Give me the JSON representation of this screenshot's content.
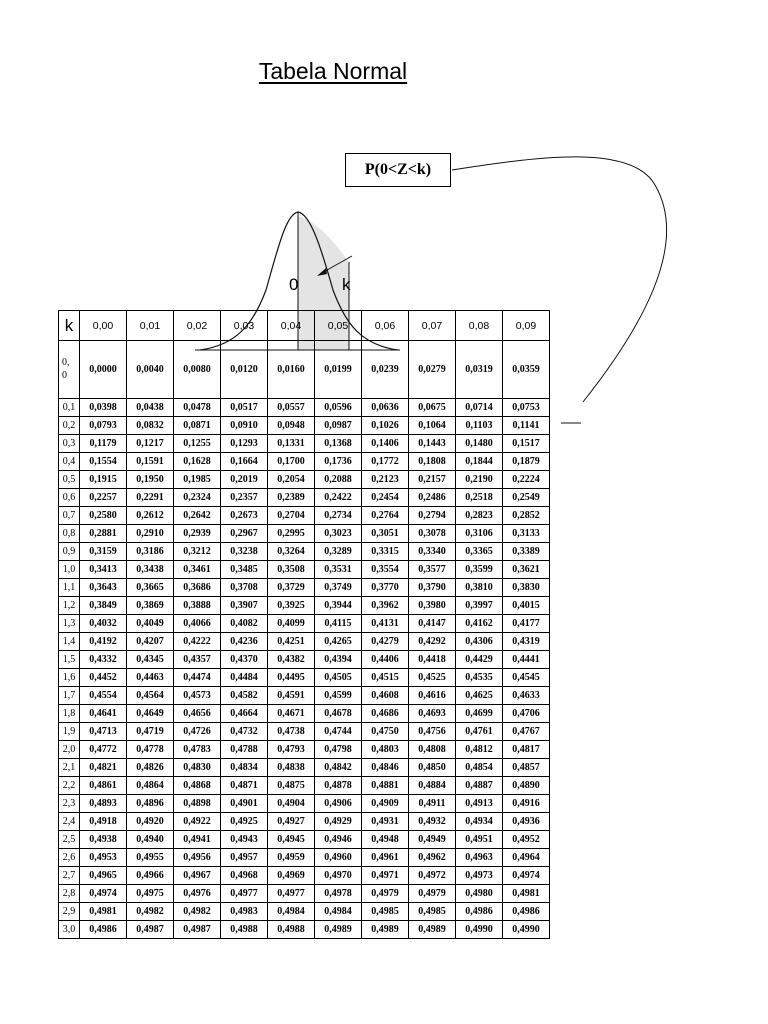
{
  "title": "Tabela Normal",
  "formula_label": "P(0<Z<k)",
  "curve_labels": {
    "zero": "0",
    "k": "k"
  },
  "table": {
    "corner": "k",
    "columns": [
      "0,00",
      "0,01",
      "0,02",
      "0,03",
      "0,04",
      "0,05",
      "0,06",
      "0,07",
      "0,08",
      "0,09"
    ],
    "rows": [
      {
        "k": "0,0",
        "values": [
          "0,0000",
          "0,0040",
          "0,0080",
          "0,0120",
          "0,0160",
          "0,0199",
          "0,0239",
          "0,0279",
          "0,0319",
          "0,0359"
        ]
      },
      {
        "k": "0,1",
        "values": [
          "0,0398",
          "0,0438",
          "0,0478",
          "0,0517",
          "0,0557",
          "0,0596",
          "0,0636",
          "0,0675",
          "0,0714",
          "0,0753"
        ]
      },
      {
        "k": "0,2",
        "values": [
          "0,0793",
          "0,0832",
          "0,0871",
          "0,0910",
          "0,0948",
          "0,0987",
          "0,1026",
          "0,1064",
          "0,1103",
          "0,1141"
        ]
      },
      {
        "k": "0,3",
        "values": [
          "0,1179",
          "0,1217",
          "0,1255",
          "0,1293",
          "0,1331",
          "0,1368",
          "0,1406",
          "0,1443",
          "0,1480",
          "0,1517"
        ]
      },
      {
        "k": "0,4",
        "values": [
          "0,1554",
          "0,1591",
          "0,1628",
          "0,1664",
          "0,1700",
          "0,1736",
          "0,1772",
          "0,1808",
          "0,1844",
          "0,1879"
        ]
      },
      {
        "k": "0,5",
        "values": [
          "0,1915",
          "0,1950",
          "0,1985",
          "0,2019",
          "0,2054",
          "0,2088",
          "0,2123",
          "0,2157",
          "0,2190",
          "0,2224"
        ]
      },
      {
        "k": "0,6",
        "values": [
          "0,2257",
          "0,2291",
          "0,2324",
          "0,2357",
          "0,2389",
          "0,2422",
          "0,2454",
          "0,2486",
          "0,2518",
          "0,2549"
        ]
      },
      {
        "k": "0,7",
        "values": [
          "0,2580",
          "0,2612",
          "0,2642",
          "0,2673",
          "0,2704",
          "0,2734",
          "0,2764",
          "0,2794",
          "0,2823",
          "0,2852"
        ]
      },
      {
        "k": "0,8",
        "values": [
          "0,2881",
          "0,2910",
          "0,2939",
          "0,2967",
          "0,2995",
          "0,3023",
          "0,3051",
          "0,3078",
          "0,3106",
          "0,3133"
        ]
      },
      {
        "k": "0,9",
        "values": [
          "0,3159",
          "0,3186",
          "0,3212",
          "0,3238",
          "0,3264",
          "0,3289",
          "0,3315",
          "0,3340",
          "0,3365",
          "0,3389"
        ]
      },
      {
        "k": "1,0",
        "values": [
          "0,3413",
          "0,3438",
          "0,3461",
          "0,3485",
          "0,3508",
          "0,3531",
          "0,3554",
          "0,3577",
          "0,3599",
          "0,3621"
        ]
      },
      {
        "k": "1,1",
        "values": [
          "0,3643",
          "0,3665",
          "0,3686",
          "0,3708",
          "0,3729",
          "0,3749",
          "0,3770",
          "0,3790",
          "0,3810",
          "0,3830"
        ]
      },
      {
        "k": "1,2",
        "values": [
          "0,3849",
          "0,3869",
          "0,3888",
          "0,3907",
          "0,3925",
          "0,3944",
          "0,3962",
          "0,3980",
          "0,3997",
          "0,4015"
        ]
      },
      {
        "k": "1,3",
        "values": [
          "0,4032",
          "0,4049",
          "0,4066",
          "0,4082",
          "0,4099",
          "0,4115",
          "0,4131",
          "0,4147",
          "0,4162",
          "0,4177"
        ]
      },
      {
        "k": "1,4",
        "values": [
          "0,4192",
          "0,4207",
          "0,4222",
          "0,4236",
          "0,4251",
          "0,4265",
          "0,4279",
          "0,4292",
          "0,4306",
          "0,4319"
        ]
      },
      {
        "k": "1,5",
        "values": [
          "0,4332",
          "0,4345",
          "0,4357",
          "0,4370",
          "0,4382",
          "0,4394",
          "0,4406",
          "0,4418",
          "0,4429",
          "0,4441"
        ]
      },
      {
        "k": "1,6",
        "values": [
          "0,4452",
          "0,4463",
          "0,4474",
          "0,4484",
          "0,4495",
          "0,4505",
          "0,4515",
          "0,4525",
          "0,4535",
          "0,4545"
        ]
      },
      {
        "k": "1,7",
        "values": [
          "0,4554",
          "0,4564",
          "0,4573",
          "0,4582",
          "0,4591",
          "0,4599",
          "0,4608",
          "0,4616",
          "0,4625",
          "0,4633"
        ]
      },
      {
        "k": "1,8",
        "values": [
          "0,4641",
          "0,4649",
          "0,4656",
          "0,4664",
          "0,4671",
          "0,4678",
          "0,4686",
          "0,4693",
          "0,4699",
          "0,4706"
        ]
      },
      {
        "k": "1,9",
        "values": [
          "0,4713",
          "0,4719",
          "0,4726",
          "0,4732",
          "0,4738",
          "0,4744",
          "0,4750",
          "0,4756",
          "0,4761",
          "0,4767"
        ]
      },
      {
        "k": "2,0",
        "values": [
          "0,4772",
          "0,4778",
          "0,4783",
          "0,4788",
          "0,4793",
          "0,4798",
          "0,4803",
          "0,4808",
          "0,4812",
          "0,4817"
        ]
      },
      {
        "k": "2,1",
        "values": [
          "0,4821",
          "0,4826",
          "0,4830",
          "0,4834",
          "0,4838",
          "0,4842",
          "0,4846",
          "0,4850",
          "0,4854",
          "0,4857"
        ]
      },
      {
        "k": "2,2",
        "values": [
          "0,4861",
          "0,4864",
          "0,4868",
          "0,4871",
          "0,4875",
          "0,4878",
          "0,4881",
          "0,4884",
          "0,4887",
          "0,4890"
        ]
      },
      {
        "k": "2,3",
        "values": [
          "0,4893",
          "0,4896",
          "0,4898",
          "0,4901",
          "0,4904",
          "0,4906",
          "0,4909",
          "0,4911",
          "0,4913",
          "0,4916"
        ]
      },
      {
        "k": "2,4",
        "values": [
          "0,4918",
          "0,4920",
          "0,4922",
          "0,4925",
          "0,4927",
          "0,4929",
          "0,4931",
          "0,4932",
          "0,4934",
          "0,4936"
        ]
      },
      {
        "k": "2,5",
        "values": [
          "0,4938",
          "0,4940",
          "0,4941",
          "0,4943",
          "0,4945",
          "0,4946",
          "0,4948",
          "0,4949",
          "0,4951",
          "0,4952"
        ]
      },
      {
        "k": "2,6",
        "values": [
          "0,4953",
          "0,4955",
          "0,4956",
          "0,4957",
          "0,4959",
          "0,4960",
          "0,4961",
          "0,4962",
          "0,4963",
          "0,4964"
        ]
      },
      {
        "k": "2,7",
        "values": [
          "0,4965",
          "0,4966",
          "0,4967",
          "0,4968",
          "0,4969",
          "0,4970",
          "0,4971",
          "0,4972",
          "0,4973",
          "0,4974"
        ]
      },
      {
        "k": "2,8",
        "values": [
          "0,4974",
          "0,4975",
          "0,4976",
          "0,4977",
          "0,4977",
          "0,4978",
          "0,4979",
          "0,4979",
          "0,4980",
          "0,4981"
        ]
      },
      {
        "k": "2,9",
        "values": [
          "0,4981",
          "0,4982",
          "0,4982",
          "0,4983",
          "0,4984",
          "0,4984",
          "0,4985",
          "0,4985",
          "0,4986",
          "0,4986"
        ]
      },
      {
        "k": "3,0",
        "values": [
          "0,4986",
          "0,4987",
          "0,4987",
          "0,4988",
          "0,4988",
          "0,4989",
          "0,4989",
          "0,4989",
          "0,4990",
          "0,4990"
        ]
      }
    ]
  }
}
